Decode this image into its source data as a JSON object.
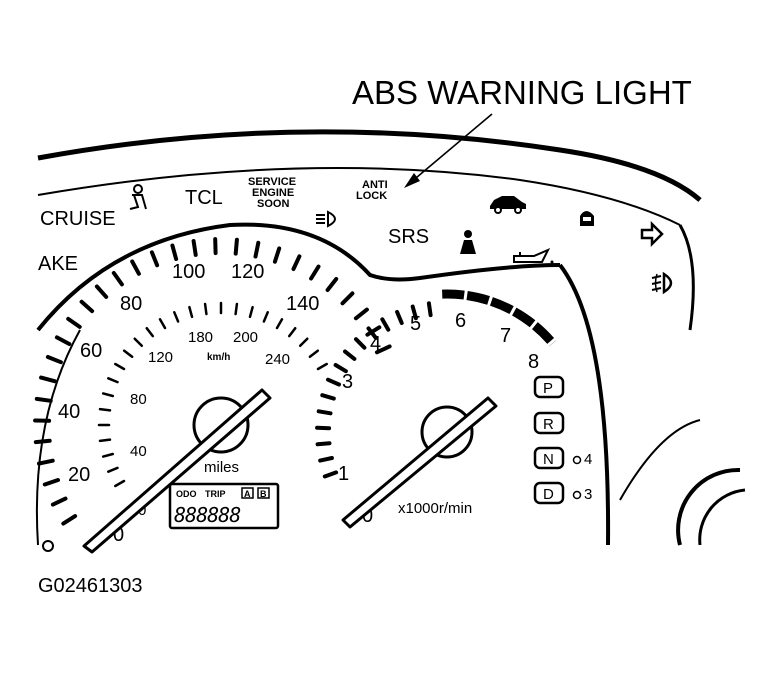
{
  "callout": {
    "title": "ABS WARNING LIGHT"
  },
  "figure_id": "G02461303",
  "indicators": {
    "cruise": "CRUISE",
    "brake": "AKE",
    "tcl": "TCL",
    "service_engine_soon": [
      "SERVICE",
      "ENGINE",
      "SOON"
    ],
    "anti_lock": [
      "ANTI",
      "LOCK"
    ],
    "srs": "SRS"
  },
  "speedometer": {
    "mph_labels": [
      "0",
      "20",
      "40",
      "60",
      "80",
      "100",
      "120",
      "140"
    ],
    "kmh_labels": [
      "0",
      "40",
      "80",
      "120",
      "180",
      "200",
      "240"
    ],
    "kmh_unit": "km/h",
    "unit": "miles",
    "odometer": {
      "header": [
        "ODO",
        "TRIP"
      ],
      "buttons": [
        "A",
        "B"
      ],
      "digits": "888888"
    }
  },
  "tachometer": {
    "labels": [
      "0",
      "1",
      "3",
      "4",
      "5",
      "6",
      "7",
      "8"
    ],
    "unit": "x1000r/min"
  },
  "gear": {
    "positions": [
      "P",
      "R",
      "N",
      "D"
    ],
    "n_suffix": "4",
    "d_suffix": "3"
  },
  "icons": [
    "seatbelt-icon",
    "headlight-icon",
    "car-icon",
    "door-ajar-icon",
    "turn-signal-icon",
    "fog-light-icon",
    "oil-can-icon",
    "seat-icon"
  ]
}
